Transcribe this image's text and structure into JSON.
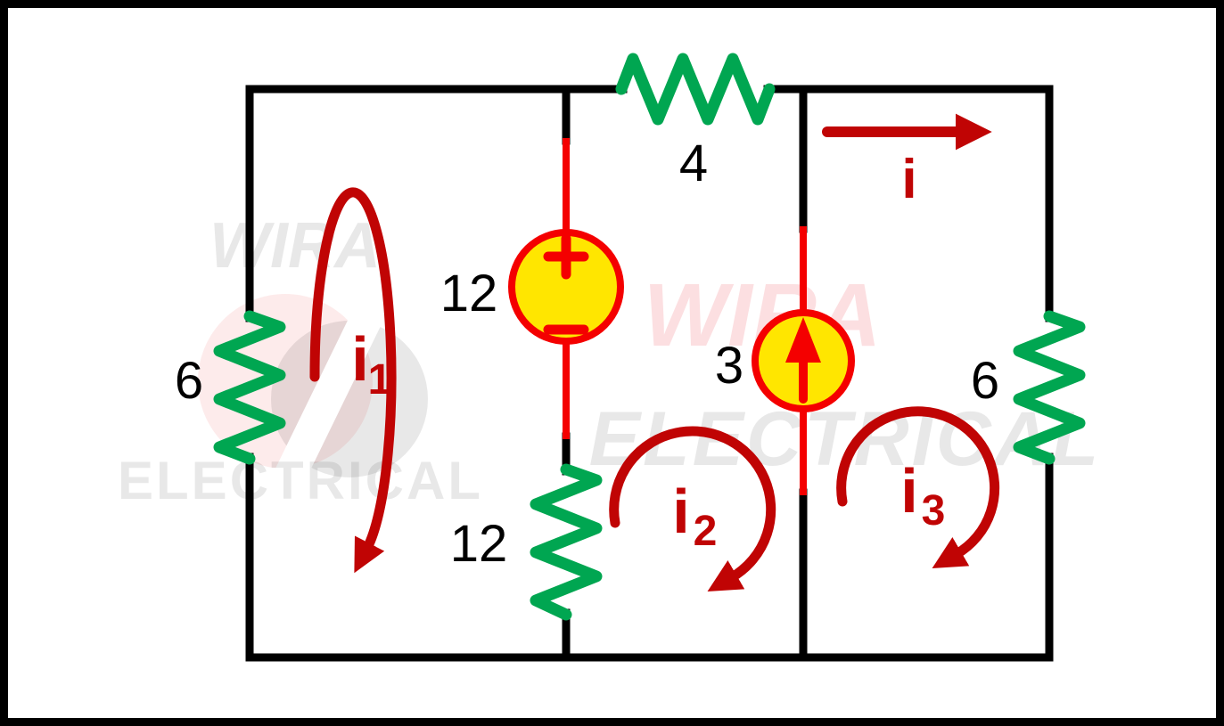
{
  "circuit": {
    "resistor_left": "6",
    "resistor_top": "4",
    "resistor_middle": "12",
    "resistor_right": "6",
    "voltage_source_value": "12",
    "voltage_source_polarity": {
      "top": "+",
      "bottom": "−"
    },
    "current_source_value": "3",
    "current_source_direction": "up",
    "branch_current_label": "i",
    "mesh_currents": [
      {
        "base": "i",
        "sub": "1"
      },
      {
        "base": "i",
        "sub": "2"
      },
      {
        "base": "i",
        "sub": "3"
      }
    ]
  },
  "watermark": {
    "top_left_word": "WIRA",
    "bottom_left_word": "ELECTRICAL",
    "center_word_top": "WIRA",
    "center_word_bottom": "ELECTRICAL"
  },
  "colors": {
    "wire_black": "#000000",
    "resistor_green": "#00A651",
    "source_red": "#F40000",
    "source_fill_yellow": "#FFE600",
    "annotation_dark_red": "#C00404",
    "value_text": "#000000"
  }
}
